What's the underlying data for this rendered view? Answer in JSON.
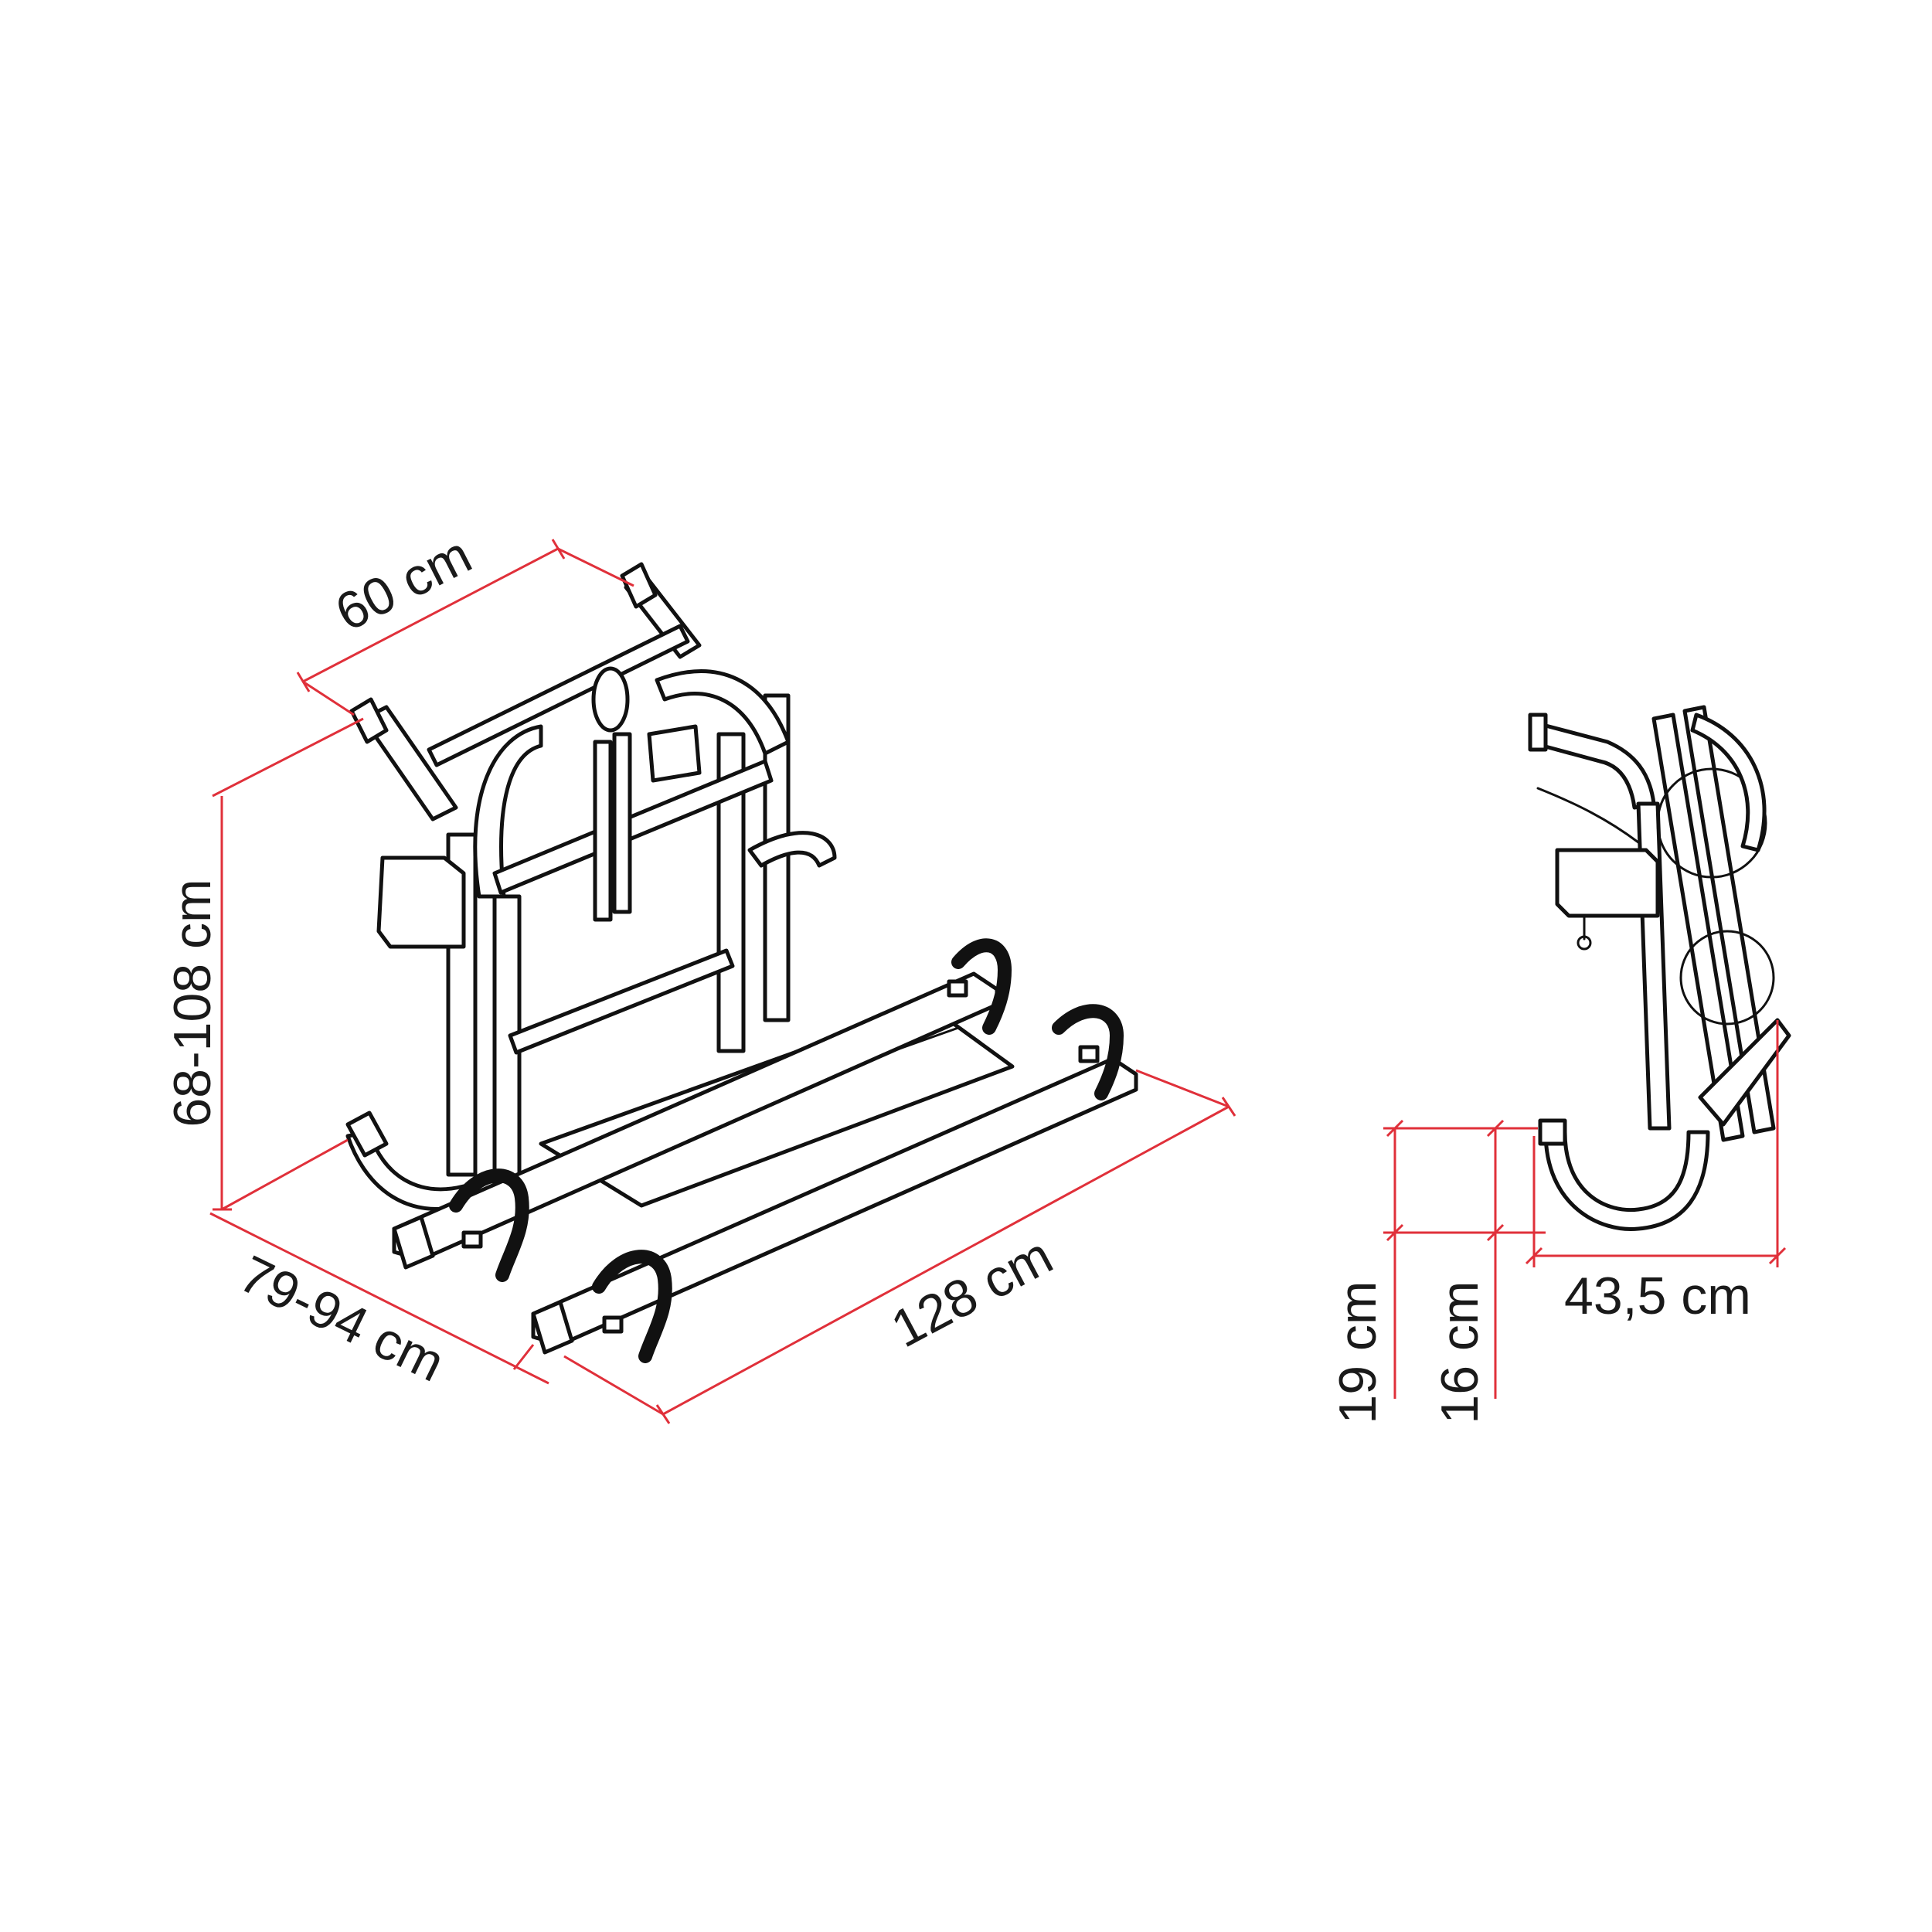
{
  "colors": {
    "dimension_line": "#e0303a",
    "outline": "#111111",
    "background": "#ffffff"
  },
  "dimensions": {
    "width_top": "60 cm",
    "height": "68-108 cm",
    "depth": "79-94 cm",
    "length": "128 cm",
    "side_offset_1": "19 cm",
    "side_offset_2": "16 cm",
    "side_depth": "43,5 cm"
  }
}
